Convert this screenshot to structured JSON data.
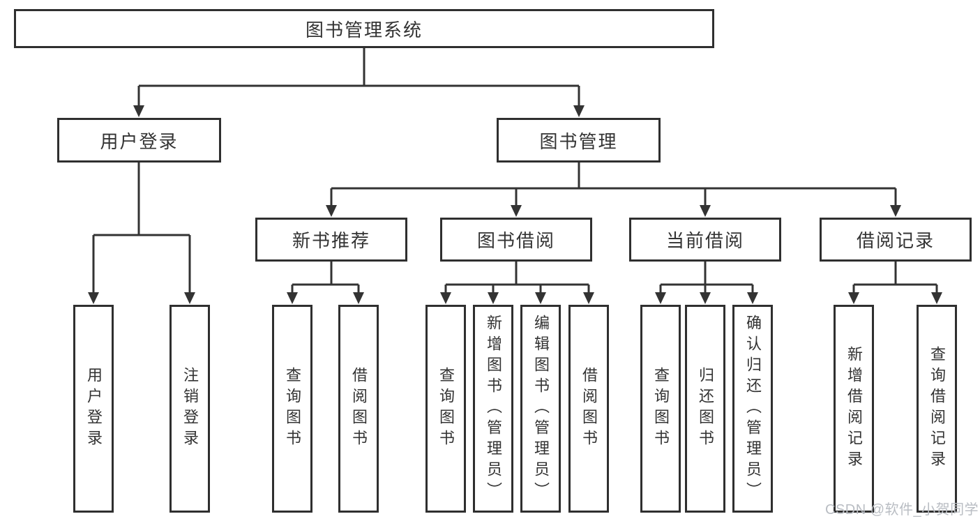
{
  "diagram": {
    "root": {
      "label": "图书管理系统"
    },
    "branches": [
      {
        "label": "用户登录",
        "leaves": [
          "用户登录",
          "注销登录"
        ]
      },
      {
        "label": "图书管理",
        "sections": [
          {
            "label": "新书推荐",
            "leaves": [
              "查询图书",
              "借阅图书"
            ]
          },
          {
            "label": "图书借阅",
            "leaves": [
              "查询图书",
              "新增图书（管理员）",
              "编辑图书（管理员）",
              "借阅图书"
            ]
          },
          {
            "label": "当前借阅",
            "leaves": [
              "查询图书",
              "归还图书",
              "确认归还（管理员）"
            ]
          },
          {
            "label": "借阅记录",
            "leaves": [
              "新增借阅记录",
              "查询借阅记录"
            ]
          }
        ]
      }
    ]
  },
  "watermark": {
    "text": "CSDN @软件_小贺同学",
    "color": "#b9bdc3"
  },
  "colors": {
    "line": "#333333",
    "box_border": "#2f2f2f",
    "text": "#333333",
    "background": "#ffffff"
  }
}
